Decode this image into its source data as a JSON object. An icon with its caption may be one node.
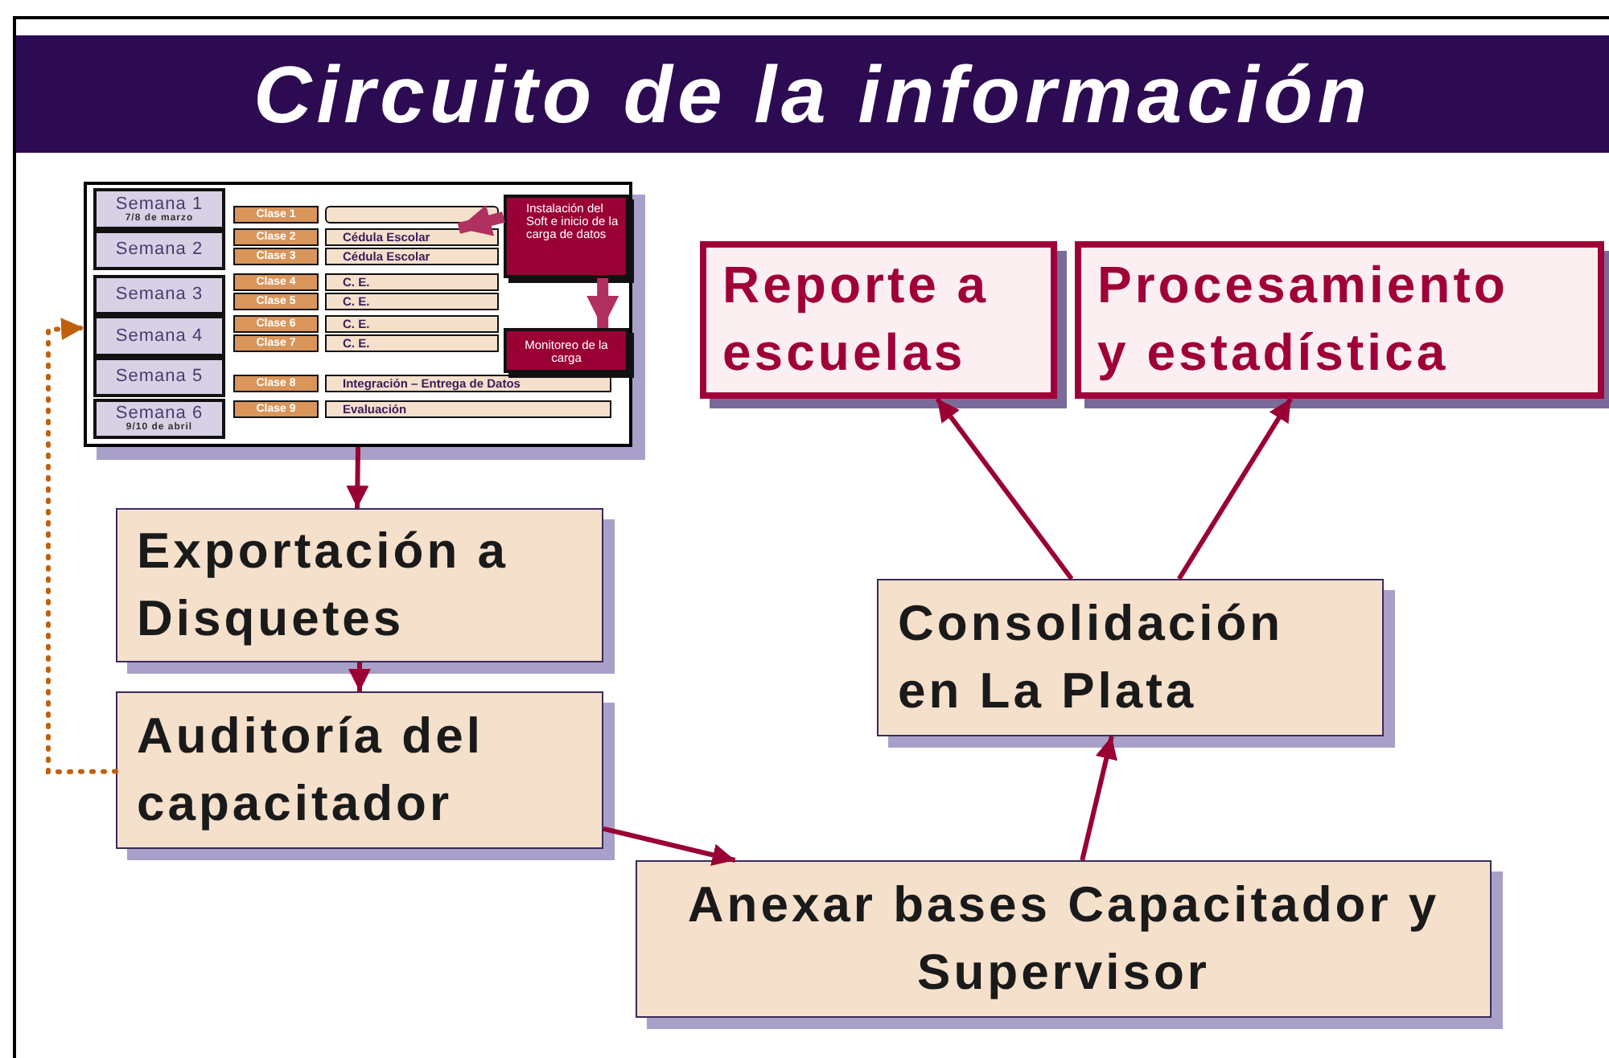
{
  "diagram": {
    "title": "Circuito de la información",
    "nodes": [
      {
        "text": [],
        "shape": "box"
      },
      {
        "text": [
          "Semana 1",
          "7/8 de marzo"
        ],
        "in": 0
      },
      {
        "text": [
          "Semana 2"
        ],
        "in": 0
      },
      {
        "text": [
          "Semana 3"
        ],
        "in": 0
      },
      {
        "text": [
          "Semana 4"
        ],
        "in": 0
      },
      {
        "text": [
          "Semana 5"
        ],
        "in": 0
      },
      {
        "text": [
          "Semana 6",
          "9/10 de abril"
        ],
        "in": 0
      },
      {
        "text": [
          "Clase 1"
        ],
        "in": 0
      },
      {
        "text": [
          "Clase 2"
        ],
        "in": 0
      },
      {
        "text": [
          "Clase 3"
        ],
        "in": 0
      },
      {
        "text": [
          "Clase 4"
        ],
        "in": 0
      },
      {
        "text": [
          "Clase 5"
        ],
        "in": 0
      },
      {
        "text": [
          "Clase 6"
        ],
        "in": 0
      },
      {
        "text": [
          "Clase 7"
        ],
        "in": 0
      },
      {
        "text": [
          "Clase 8"
        ],
        "in": 0
      },
      {
        "text": [
          "Clase 9"
        ],
        "in": 0
      },
      {
        "text": [],
        "shape": "bar",
        "in": 0
      },
      {
        "text": [
          "Cédula Escolar"
        ],
        "in": 0
      },
      {
        "text": [
          "Cédula Escolar"
        ],
        "in": 0
      },
      {
        "text": [
          "C. E."
        ],
        "in": 0
      },
      {
        "text": [
          "C. E."
        ],
        "in": 0
      },
      {
        "text": [
          "C. E."
        ],
        "in": 0
      },
      {
        "text": [
          "C. E."
        ],
        "in": 0
      },
      {
        "text": [
          "Integración – Entrega de Datos"
        ],
        "in": 0
      },
      {
        "text": [
          "Evaluación"
        ],
        "in": 0
      },
      {
        "text": [
          "Instalación del Soft e inicio de la carga de datos"
        ],
        "in": 0
      },
      {
        "text": [
          "Monitoreo de la carga"
        ],
        "in": 0
      },
      {
        "text": [
          "Exportación a Disquetes"
        ]
      },
      {
        "text": [
          "Auditoría del capacitador"
        ]
      },
      {
        "text": [
          "Anexar bases Capacitador y Supervisor"
        ]
      },
      {
        "text": [
          "Consolidación en La Plata"
        ]
      },
      {
        "text": [
          "Reporte a escuelas"
        ]
      },
      {
        "text": [
          "Procesamiento y estadística"
        ]
      }
    ],
    "edges": [
      {
        "from": 25,
        "to": 17,
        "arrow": "to",
        "style": "thick",
        "color": "#b03060"
      },
      {
        "from": 25,
        "to": 26,
        "arrow": "to",
        "style": "thick",
        "color": "#b03060"
      },
      {
        "from": 0,
        "to": 27,
        "arrow": "to"
      },
      {
        "from": 27,
        "to": 28,
        "arrow": "to"
      },
      {
        "from": 28,
        "to": 29,
        "arrow": "to"
      },
      {
        "from": 29,
        "to": 30,
        "arrow": "to"
      },
      {
        "from": 30,
        "to": 31,
        "arrow": "to"
      },
      {
        "from": 30,
        "to": 32,
        "arrow": "to"
      },
      {
        "from": 28,
        "to": 0,
        "arrow": "to",
        "style": "dashed",
        "color": "#c0600c"
      }
    ]
  }
}
